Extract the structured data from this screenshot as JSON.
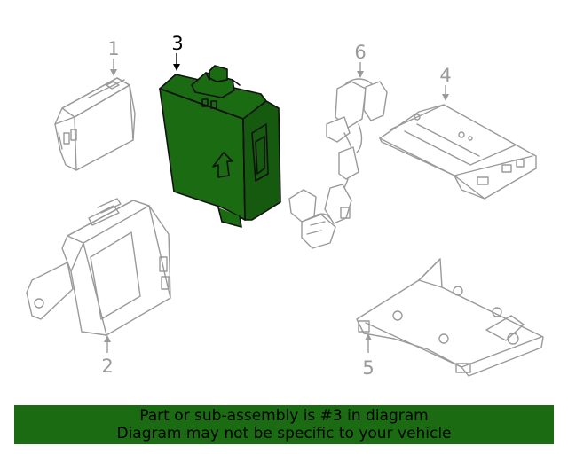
{
  "diagram": {
    "callouts": [
      {
        "id": "1",
        "label": "1"
      },
      {
        "id": "2",
        "label": "2"
      },
      {
        "id": "3",
        "label": "3",
        "highlighted": true
      },
      {
        "id": "4",
        "label": "4"
      },
      {
        "id": "5",
        "label": "5"
      },
      {
        "id": "6",
        "label": "6"
      }
    ],
    "highlight_color": "#1b6b12",
    "line_color": "#9a9a9a"
  },
  "banner": {
    "line1": "Part or sub-assembly is #3 in diagram",
    "line2": "Diagram may not be specific to your vehicle",
    "background": "#1b6b12"
  }
}
